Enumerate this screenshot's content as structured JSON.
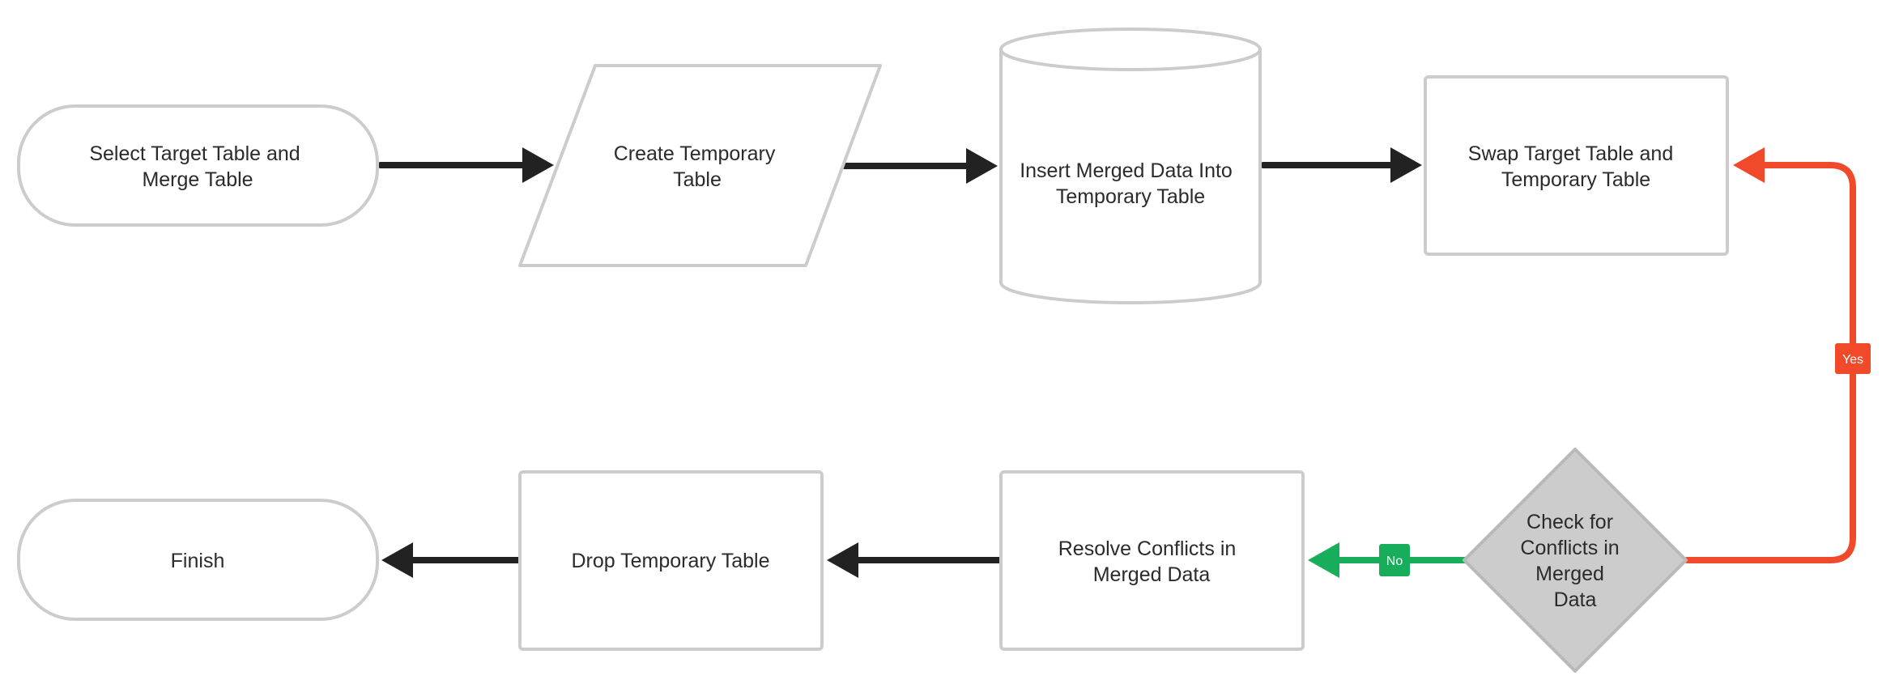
{
  "colors": {
    "node_border": "#cccccc",
    "node_fill": "#ffffff",
    "decision_fill": "#cccccc",
    "text": "#2b2b2b",
    "edge_default": "#222222",
    "edge_yes": "#f04a2a",
    "edge_no": "#17ad5a"
  },
  "nodes": {
    "select_target": {
      "shape": "terminator",
      "lines": [
        "Select Target Table and",
        "Merge Table"
      ]
    },
    "create_temp": {
      "shape": "parallelogram",
      "lines": [
        "Create Temporary",
        "Table"
      ]
    },
    "insert_merged": {
      "shape": "cylinder",
      "lines": [
        "Insert Merged Data Into",
        "Temporary Table"
      ]
    },
    "swap_tables": {
      "shape": "rectangle",
      "lines": [
        "Swap Target Table and",
        "Temporary Table"
      ]
    },
    "check_conflicts": {
      "shape": "diamond",
      "lines": [
        "Check for",
        "Conflicts in",
        "Merged",
        "Data"
      ]
    },
    "resolve_conflicts": {
      "shape": "rectangle",
      "lines": [
        "Resolve Conflicts in",
        "Merged Data"
      ]
    },
    "drop_temp": {
      "shape": "rectangle",
      "lines": [
        "Drop Temporary Table"
      ]
    },
    "finish": {
      "shape": "terminator",
      "lines": [
        "Finish"
      ]
    }
  },
  "edges": {
    "select_to_create": {
      "from": "Select Target Table and Merge Table",
      "to": "Create Temporary Table"
    },
    "create_to_insert": {
      "from": "Create Temporary Table",
      "to": "Insert Merged Data Into Temporary Table"
    },
    "insert_to_swap": {
      "from": "Insert Merged Data Into Temporary Table",
      "to": "Swap Target Table and Temporary Table"
    },
    "check_to_swap": {
      "from": "Check for Conflicts in Merged Data",
      "to": "Swap Target Table and Temporary Table",
      "label": "Yes"
    },
    "check_to_resolve": {
      "from": "Check for Conflicts in Merged Data",
      "to": "Resolve Conflicts in Merged Data",
      "label": "No"
    },
    "resolve_to_drop": {
      "from": "Resolve Conflicts in Merged Data",
      "to": "Drop Temporary Table"
    },
    "drop_to_finish": {
      "from": "Drop Temporary Table",
      "to": "Finish"
    }
  }
}
